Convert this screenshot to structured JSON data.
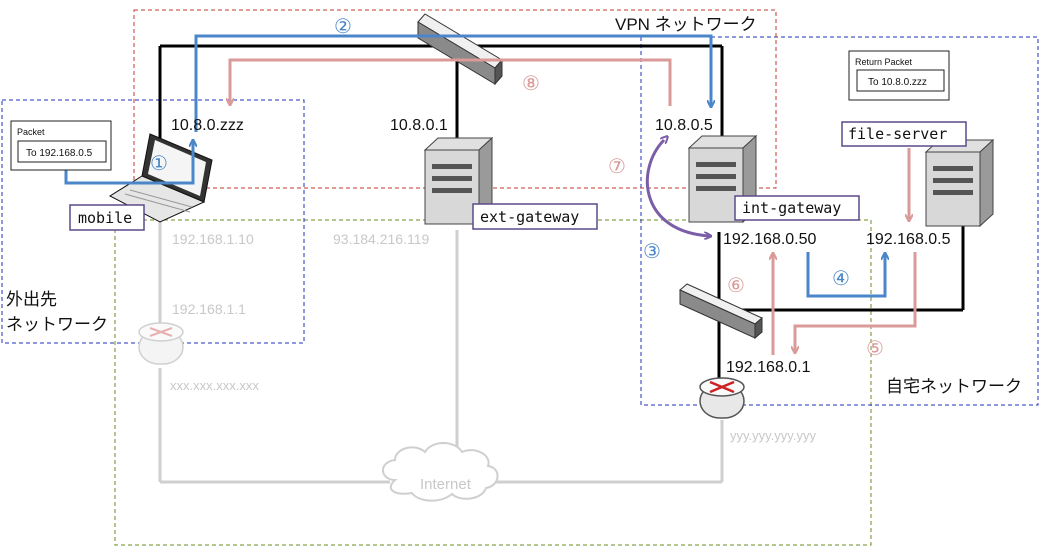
{
  "zones": {
    "vpn": "VPN ネットワーク",
    "away_line1": "外出先",
    "away_line2": "ネットワーク",
    "home": "自宅ネットワーク"
  },
  "packets": {
    "packet": {
      "title": "Packet",
      "to": "To 192.168.0.5"
    },
    "return_packet": {
      "title": "Return Packet",
      "to": "To 10.8.0.zzz"
    }
  },
  "nodes": {
    "mobile": "mobile",
    "ext_gateway": "ext-gateway",
    "int_gateway": "int-gateway",
    "file_server": "file-server",
    "internet": "Internet"
  },
  "addresses": {
    "mobile_vpn": "10.8.0.zzz",
    "ext_vpn": "10.8.0.1",
    "int_vpn": "10.8.0.5",
    "mobile_lan": "192.168.1.10",
    "away_router": "192.168.1.1",
    "away_wan": "xxx.xxx.xxx.xxx",
    "ext_public": "93.184.216.119",
    "int_lan": "192.168.0.50",
    "file_lan": "192.168.0.5",
    "home_router": "192.168.0.1",
    "home_wan": "yyy.yyy.yyy.yyy"
  },
  "steps": {
    "s1": "①",
    "s2": "②",
    "s3": "③",
    "s4": "④",
    "s5": "⑤",
    "s6": "⑥",
    "s7": "⑦",
    "s8": "⑧"
  },
  "colors": {
    "blue": "#4a86c8",
    "pink": "#d99a98",
    "purple": "#7b5ea7",
    "vpn_border": "#c0392b",
    "lan_border": "#1f2fbf",
    "wan_border": "#6b8e23",
    "faint": "#cccccc"
  }
}
